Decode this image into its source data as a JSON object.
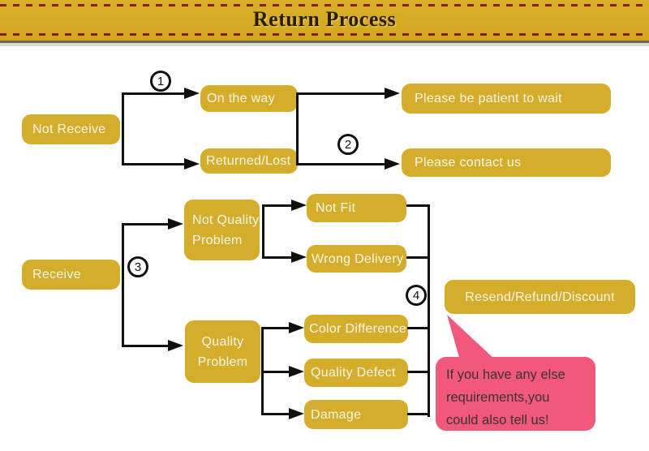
{
  "header": {
    "title": "Return Process"
  },
  "colors": {
    "node_gold": "#d4ae2b",
    "header_gold": "#d5a922",
    "header_dash_maroon": "#82200f",
    "connector_black": "#101010",
    "bubble_pink": "#f2587b",
    "node_text": "#faf5e8"
  },
  "nodes": [
    {
      "id": "not-receive",
      "label": "Not Receive"
    },
    {
      "id": "on-the-way",
      "label": "On the way"
    },
    {
      "id": "returned-lost",
      "label": "Returned/Lost"
    },
    {
      "id": "please-wait",
      "label": "Please be patient to wait"
    },
    {
      "id": "please-contact",
      "label": "Please contact us"
    },
    {
      "id": "receive",
      "label": "Receive"
    },
    {
      "id": "not-quality-problem",
      "label": "Not Quality Problem"
    },
    {
      "id": "not-fit",
      "label": "Not Fit"
    },
    {
      "id": "wrong-delivery",
      "label": "Wrong Delivery"
    },
    {
      "id": "quality-problem",
      "label": "Quality Problem"
    },
    {
      "id": "color-difference",
      "label": "Color Difference"
    },
    {
      "id": "quality-defect",
      "label": "Quality Defect"
    },
    {
      "id": "damage",
      "label": "Damage"
    },
    {
      "id": "resend",
      "label": "Resend/Refund/Discount"
    }
  ],
  "steps": [
    "1",
    "2",
    "3",
    "4"
  ],
  "bubble": {
    "lines": [
      "If you have any else",
      "requirements,you",
      "could also tell us!"
    ]
  }
}
